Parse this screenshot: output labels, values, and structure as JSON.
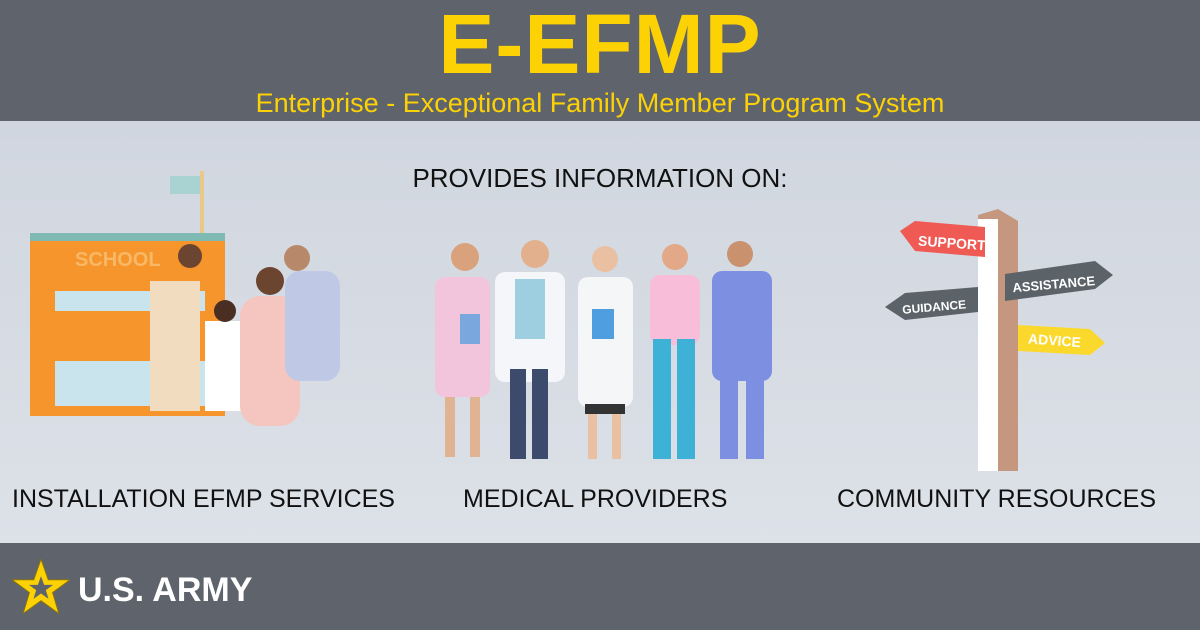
{
  "header": {
    "title": "E-EFMP",
    "subtitle": "Enterprise - Exceptional Family Member Program System"
  },
  "main": {
    "provides": "PROVIDES INFORMATION ON:",
    "sections": [
      {
        "label": "INSTALLATION EFMP SERVICES",
        "school_sign": "SCHOOL"
      },
      {
        "label": "MEDICAL PROVIDERS"
      },
      {
        "label": "COMMUNITY RESOURCES",
        "signs": [
          "SUPPORT",
          "ASSISTANCE",
          "GUIDANCE",
          "ADVICE"
        ]
      }
    ]
  },
  "footer": {
    "logo_text": "U.S. ARMY"
  },
  "colors": {
    "header": "#5f646c",
    "accent": "#fcd205",
    "support": "#ef5a54",
    "dark_sign": "#5b6268",
    "advice": "#fbd92c"
  }
}
